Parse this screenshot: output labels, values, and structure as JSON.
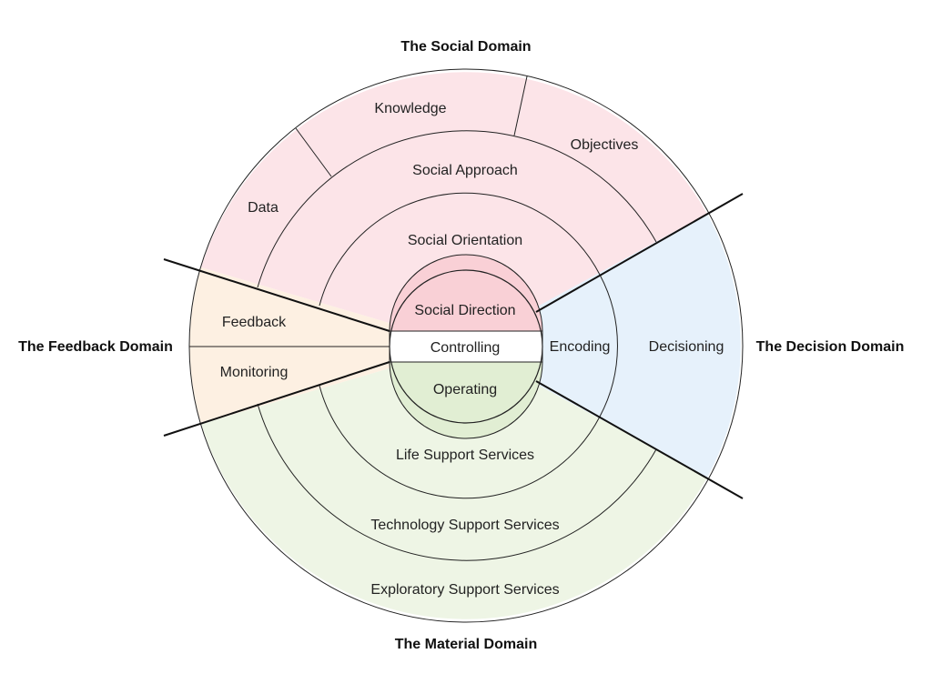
{
  "domains": {
    "social": "The Social Domain",
    "feedback": "The Feedback Domain",
    "decision": "The Decision Domain",
    "material": "The Material Domain"
  },
  "social": {
    "outer": [
      "Knowledge",
      "Objectives",
      "Data"
    ],
    "approach": "Social Approach",
    "orientation": "Social Orientation",
    "direction": "Social Direction"
  },
  "center": {
    "controlling": "Controlling",
    "operating": "Operating",
    "encoding": "Encoding"
  },
  "feedback": {
    "top": "Feedback",
    "bottom": "Monitoring"
  },
  "decision": {
    "outer": "Decisioning"
  },
  "material": {
    "life": "Life Support Services",
    "technology": "Technology Support Services",
    "exploratory": "Exploratory Support Services"
  },
  "colors": {
    "social": "#fce4e8",
    "social_core": "#f9d0d6",
    "feedback": "#fdf0e2",
    "decision": "#e6f1fb",
    "material": "#eef5e5",
    "material_core": "#e1eed3",
    "line": "#222222"
  }
}
